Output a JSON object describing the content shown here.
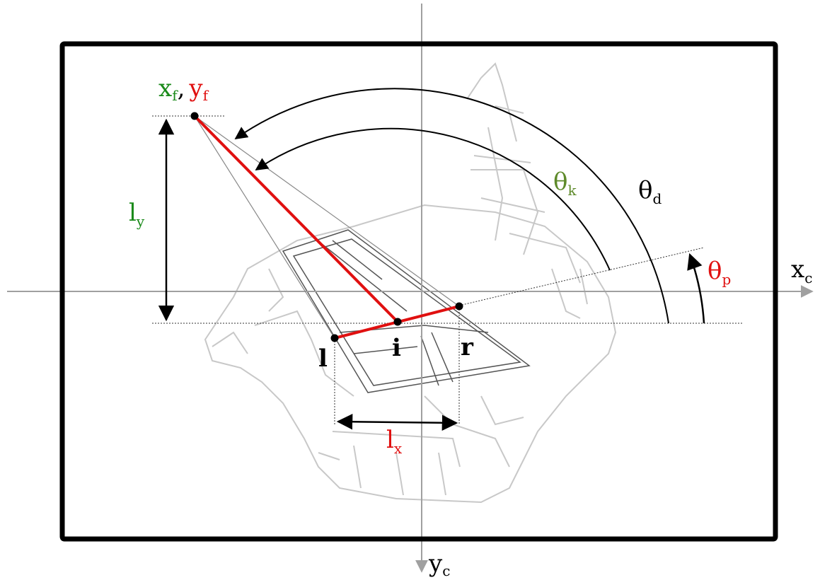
{
  "colors": {
    "black": "#000000",
    "red": "#e01010",
    "green": "#1a8a1a",
    "olive": "#5e8a2a",
    "gray": "#a0a0a0",
    "ship": "#c8c8c8"
  },
  "labels": {
    "xf": {
      "base": "x",
      "sub": "f"
    },
    "sep": ",",
    "yf": {
      "base": "y",
      "sub": "f"
    },
    "ly": {
      "base": "l",
      "sub": "y"
    },
    "lx": {
      "base": "l",
      "sub": "x"
    },
    "theta_k": {
      "base": "θ",
      "sub": "k"
    },
    "theta_d": {
      "base": "θ",
      "sub": "d"
    },
    "theta_p": {
      "base": "θ",
      "sub": "p"
    },
    "xc": {
      "base": "x",
      "sub": "c"
    },
    "yc": {
      "base": "y",
      "sub": "c"
    },
    "point_l": "l",
    "point_i": "i",
    "point_r": "r"
  }
}
